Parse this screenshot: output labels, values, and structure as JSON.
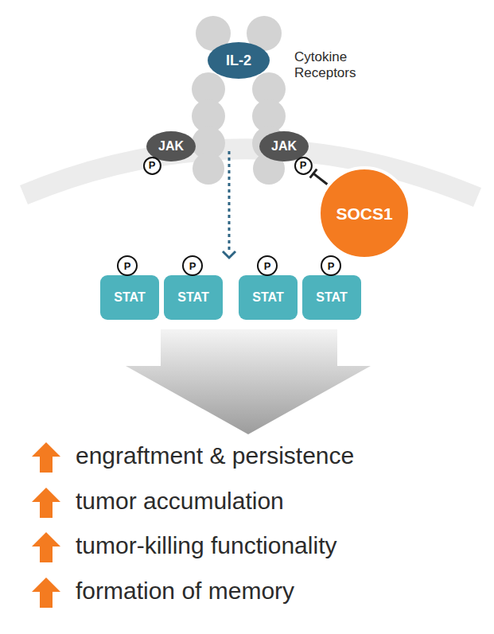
{
  "diagram": {
    "nodes": [
      {
        "text": [
          "IL-2"
        ]
      },
      {
        "text": [
          "JAK"
        ]
      },
      {
        "text": [
          "P"
        ]
      },
      {
        "text": [
          "JAK"
        ]
      },
      {
        "text": [
          "P"
        ]
      },
      {
        "text": [
          "SOCS1"
        ]
      },
      {
        "text": [
          "P"
        ]
      },
      {
        "text": [
          "P"
        ]
      },
      {
        "text": [
          "P"
        ]
      },
      {
        "text": [
          "P"
        ]
      },
      {
        "text": [
          "STAT"
        ]
      },
      {
        "text": [
          "STAT"
        ]
      },
      {
        "text": [
          "STAT"
        ]
      },
      {
        "text": [
          "STAT"
        ]
      }
    ],
    "edges": [
      {
        "from": 5,
        "to": 4,
        "arrow": "to"
      }
    ],
    "labels": [
      "Cytokine Receptors",
      "engraftment & persistence",
      "tumor accumulation",
      "tumor-killing functionality",
      "formation of memory"
    ]
  }
}
